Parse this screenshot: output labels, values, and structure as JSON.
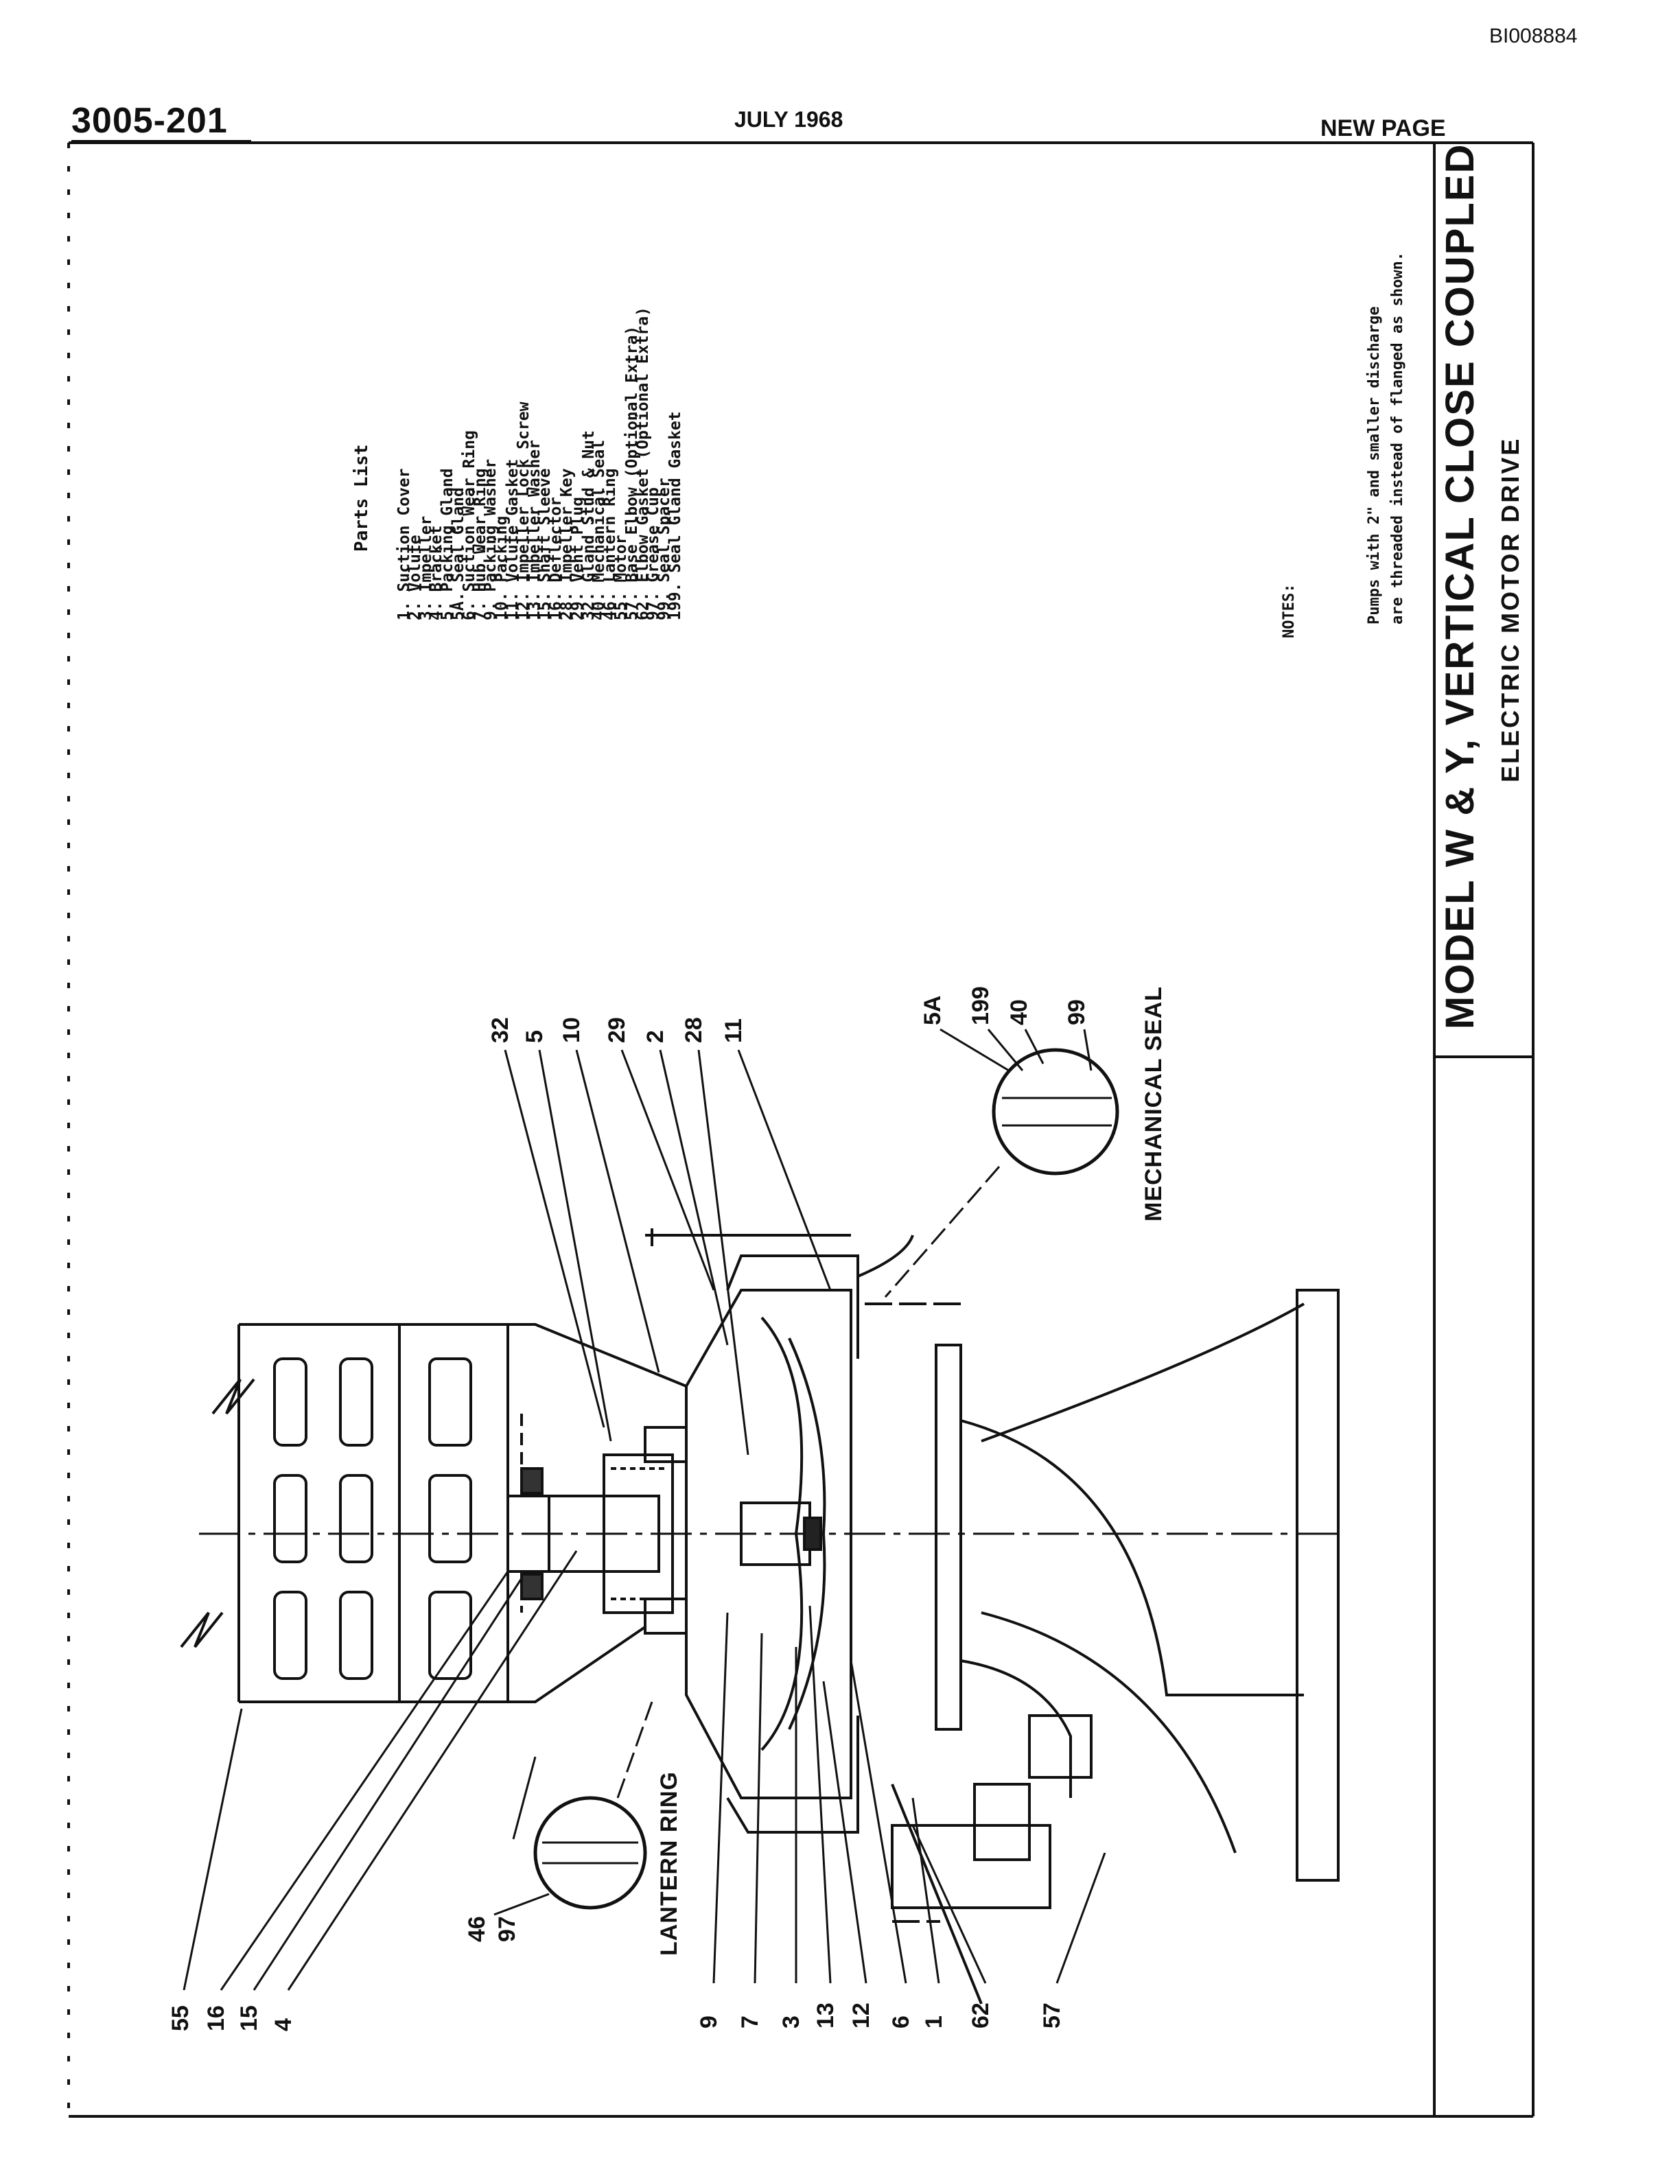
{
  "header": {
    "doc_id": "BI008884",
    "doc_number": "3005-201",
    "date": "JULY 1968",
    "page": "NEW PAGE"
  },
  "title_block": {
    "title": "MODEL W & Y, VERTICAL CLOSE COUPLED",
    "subtitle": "ELECTRIC MOTOR DRIVE"
  },
  "note_text": {
    "line1": "Pumps with 2\" and smaller discharge",
    "line2": "are threaded instead of flanged as shown."
  },
  "notes_label": "NOTES:",
  "parts_list": {
    "title": "Parts List",
    "items": [
      "1. Suction Cover",
      "2. Volute",
      "3. Impeller",
      "4. Bracket",
      "5. Packing Gland",
      "5A. Seal Gland",
      "6. Suction Wear Ring",
      "7. Hub Wear Ring",
      "9. Packing Washer",
      "10. Packing",
      "11. Volute Gasket",
      "12. Impeller Lock Screw",
      "13. Impeller Washer",
      "15. Shaft Sleeve",
      "16. Deflector",
      "28. Impeller Key",
      "29. Vent Plug",
      "32. Gland Stud & Nut",
      "40. Mechanical Seal",
      "46. Lantern Ring",
      "55. Motor",
      "57. Base Elbow (Optional Extra)",
      "62. Elbow Gasket (Optional Extra)",
      "97. Grease Cup",
      "99. Seal Spacer",
      "199. Seal Gland Gasket"
    ]
  },
  "detail_labels": {
    "mechanical_seal": "MECHANICAL SEAL",
    "lantern_ring": "LANTERN RING"
  },
  "callouts": {
    "top": [
      "32",
      "5",
      "10",
      "29",
      "2",
      "28",
      "11"
    ],
    "seal": [
      "5A",
      "199",
      "40",
      "99"
    ],
    "bottom_left": [
      "55",
      "16",
      "15",
      "4"
    ],
    "lantern": [
      "46",
      "97"
    ],
    "bottom": [
      "9",
      "7",
      "3",
      "13",
      "12",
      "6",
      "1",
      "62",
      "57"
    ]
  }
}
